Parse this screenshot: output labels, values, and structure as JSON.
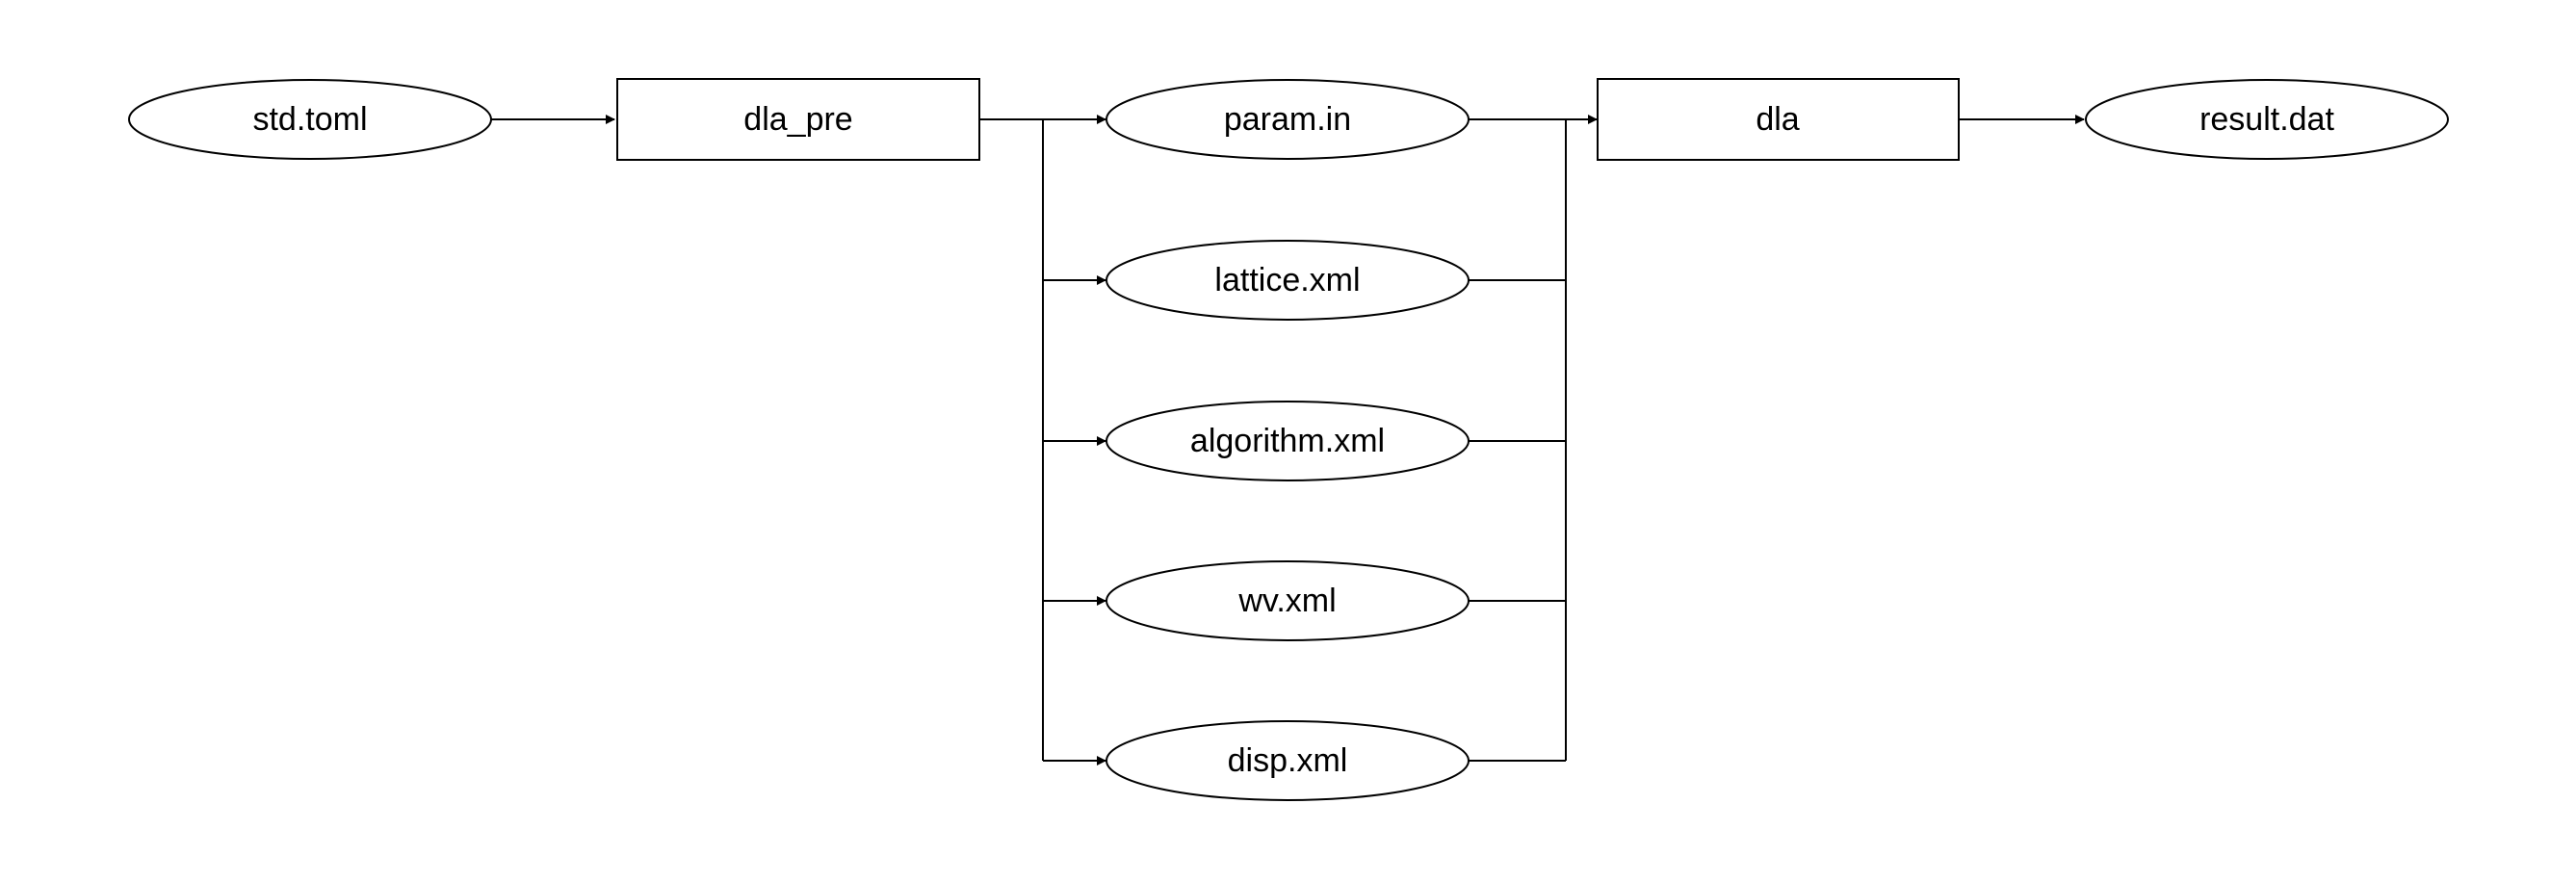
{
  "diagram": {
    "type": "flowchart",
    "nodes": {
      "input_file": {
        "label": "std.toml",
        "shape": "ellipse"
      },
      "preprocessor": {
        "label": "dla_pre",
        "shape": "rectangle"
      },
      "generated_files": [
        {
          "label": "param.in",
          "shape": "ellipse"
        },
        {
          "label": "lattice.xml",
          "shape": "ellipse"
        },
        {
          "label": "algorithm.xml",
          "shape": "ellipse"
        },
        {
          "label": "wv.xml",
          "shape": "ellipse"
        },
        {
          "label": "disp.xml",
          "shape": "ellipse"
        }
      ],
      "solver": {
        "label": "dla",
        "shape": "rectangle"
      },
      "output_file": {
        "label": "result.dat",
        "shape": "ellipse"
      }
    },
    "edges": [
      {
        "from": "std.toml",
        "to": "dla_pre"
      },
      {
        "from": "dla_pre",
        "to": "param.in"
      },
      {
        "from": "dla_pre",
        "to": "lattice.xml"
      },
      {
        "from": "dla_pre",
        "to": "algorithm.xml"
      },
      {
        "from": "dla_pre",
        "to": "wv.xml"
      },
      {
        "from": "dla_pre",
        "to": "disp.xml"
      },
      {
        "from": "param.in",
        "to": "dla"
      },
      {
        "from": "lattice.xml",
        "to": "dla"
      },
      {
        "from": "algorithm.xml",
        "to": "dla"
      },
      {
        "from": "wv.xml",
        "to": "dla"
      },
      {
        "from": "disp.xml",
        "to": "dla"
      },
      {
        "from": "dla",
        "to": "result.dat"
      }
    ],
    "colors": {
      "stroke": "#000000",
      "fill": "#ffffff",
      "text": "#000000"
    }
  }
}
